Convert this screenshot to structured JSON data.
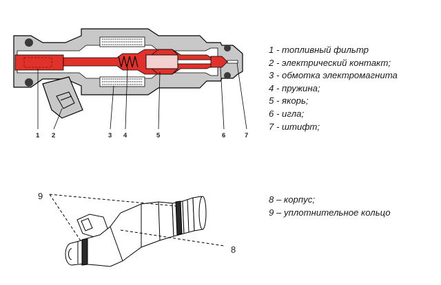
{
  "top_diagram": {
    "callout_numbers": [
      "1",
      "2",
      "3",
      "4",
      "5",
      "6",
      "7"
    ],
    "legend": [
      "1 - топливный фильтр",
      "2 - электрический контакт;",
      "3 - обмотка электромагнита",
      "4 - пружина;",
      "5 - якорь;",
      "6 - игла;",
      "7  - штифт;"
    ]
  },
  "bottom_diagram": {
    "callout_numbers": [
      "9",
      "8"
    ],
    "legend": [
      "8 – корпус;",
      "9 – уплотнительное кольцо"
    ]
  },
  "colors": {
    "body_gray": "#c8c8c8",
    "fuel_red": "#e0322a",
    "coil_dark": "#3a3a3a",
    "line": "#000000"
  }
}
